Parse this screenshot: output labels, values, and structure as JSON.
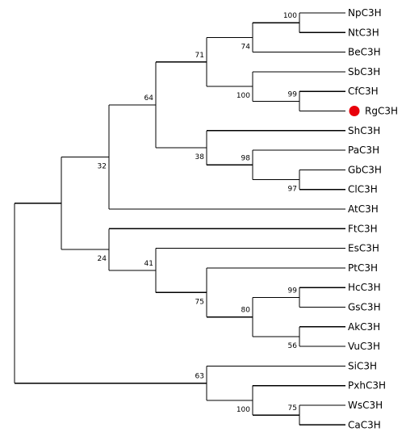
{
  "diagram": {
    "type": "phylogenetic-tree",
    "marker_color": "#e8000b",
    "highlighted_taxon": "RgC3H",
    "taxa": [
      "NpC3H",
      "NtC3H",
      "BeC3H",
      "SbC3H",
      "CfC3H",
      "RgC3H",
      "ShC3H",
      "PaC3H",
      "GbC3H",
      "ClC3H",
      "AtC3H",
      "FtC3H",
      "EsC3H",
      "PtC3H",
      "HcC3H",
      "GsC3H",
      "AkC3H",
      "VuC3H",
      "SiC3H",
      "PxhC3H",
      "WsC3H",
      "CaC3H"
    ],
    "support_values": [
      {
        "clade": "NpC3H+NtC3H",
        "value": "100"
      },
      {
        "clade": "NpC3H+NtC3H+BeC3H",
        "value": "74"
      },
      {
        "clade": "CfC3H+RgC3H",
        "value": "99"
      },
      {
        "clade": "SbC3H+CfC3H+RgC3H",
        "value": "100"
      },
      {
        "clade": "NpC3H..RgC3H",
        "value": "71"
      },
      {
        "clade": "GbC3H+ClC3H",
        "value": "97"
      },
      {
        "clade": "PaC3H+GbC3H+ClC3H",
        "value": "98"
      },
      {
        "clade": "ShC3H+PaC3H+GbC3H+ClC3H",
        "value": "38"
      },
      {
        "clade": "NpC3H..ClC3H",
        "value": "64"
      },
      {
        "clade": "NpC3H..AtC3H",
        "value": "32"
      },
      {
        "clade": "HcC3H+GsC3H",
        "value": "99"
      },
      {
        "clade": "AkC3H+VuC3H",
        "value": "56"
      },
      {
        "clade": "HcC3H..VuC3H",
        "value": "80"
      },
      {
        "clade": "PtC3H..VuC3H",
        "value": "75"
      },
      {
        "clade": "EsC3H..VuC3H",
        "value": "41"
      },
      {
        "clade": "FtC3H..VuC3H",
        "value": "24"
      },
      {
        "clade": "WsC3H+CaC3H",
        "value": "75"
      },
      {
        "clade": "PxhC3H+WsC3H+CaC3H",
        "value": "100"
      },
      {
        "clade": "SiC3H..CaC3H",
        "value": "63"
      }
    ]
  }
}
